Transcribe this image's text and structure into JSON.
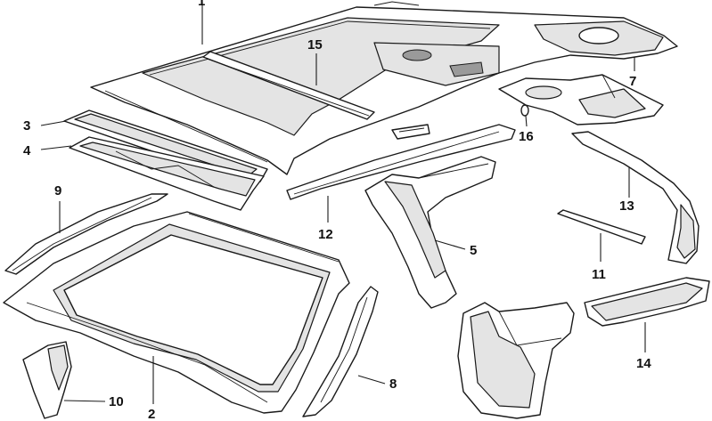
{
  "callouts": {
    "c1": "1",
    "c2": "2",
    "c3": "3",
    "c4": "4",
    "c5": "5",
    "c7": "7",
    "c8": "8",
    "c9": "9",
    "c10": "10",
    "c11": "11",
    "c12": "12",
    "c13": "13",
    "c14": "14",
    "c15": "15",
    "c16": "16"
  }
}
